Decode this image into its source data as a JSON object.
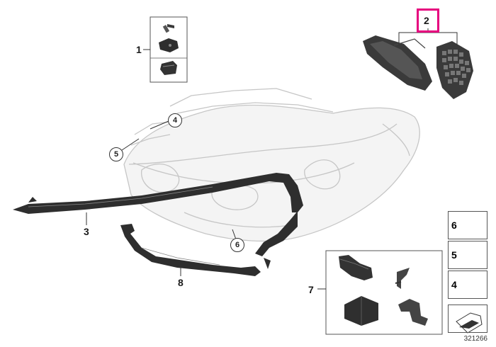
{
  "callouts": {
    "c1": "1",
    "c2": "2",
    "c3": "3",
    "c4": "4",
    "c5": "5",
    "c6": "6",
    "c7": "7",
    "c8": "8"
  },
  "side_legend": [
    {
      "num": "6"
    },
    {
      "num": "5"
    },
    {
      "num": "4"
    }
  ],
  "doc_number": "321266",
  "colors": {
    "highlight": "#e6007e",
    "part_dark": "#2f2f2f",
    "headlamp_ghost": "#c9c9c9"
  }
}
